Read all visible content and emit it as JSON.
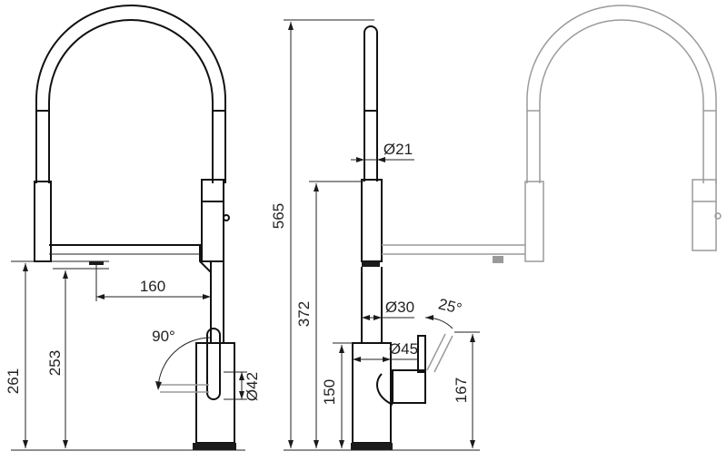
{
  "dimensions": {
    "spout_reach": "160",
    "lever_rotation": "90°",
    "height_left_outer": "261",
    "height_left_inner": "253",
    "base_diameter_front": "Ø42",
    "overall_height": "565",
    "hose_diameter": "Ø21",
    "spout_height": "372",
    "body_diameter": "Ø30",
    "lever_tilt": "25°",
    "base_diameter_side": "Ø45",
    "body_height": "150",
    "lever_height": "167"
  }
}
